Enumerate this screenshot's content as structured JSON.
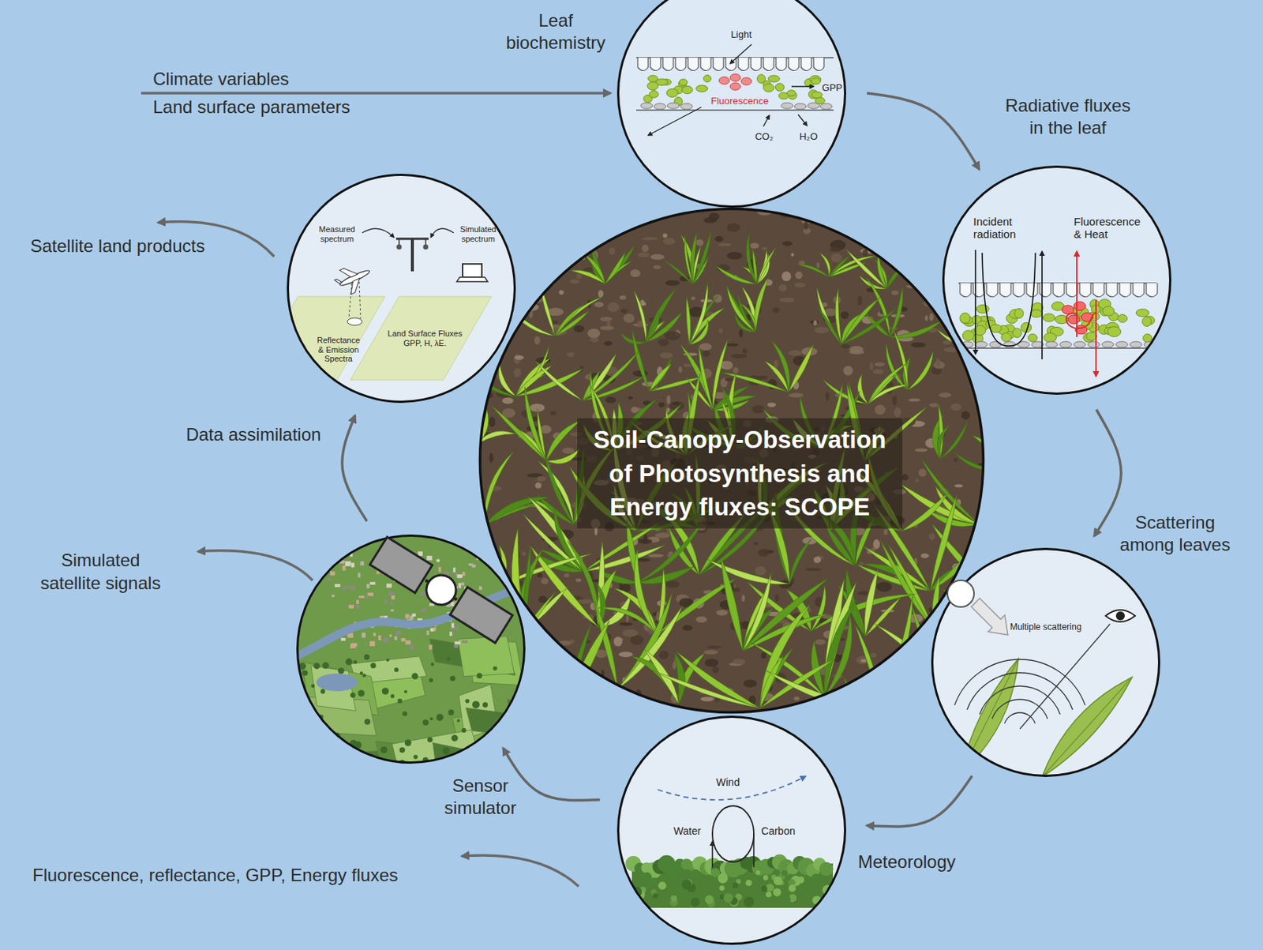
{
  "diagram": {
    "nodes": [
      {
        "text": [
          "Soil-Canopy-Observation of Photosynthesis and Energy fluxes: SCOPE"
        ]
      },
      {
        "text": [
          "Leaf biochemistry",
          "Light",
          "Fluorescence",
          "GPP",
          "CO₂",
          "H₂O"
        ]
      },
      {
        "text": [
          "Radiative fluxes in the leaf",
          "Incident radiation",
          "Fluorescence & Heat"
        ]
      },
      {
        "text": [
          "Scattering among leaves",
          "Multiple scattering"
        ]
      },
      {
        "text": [
          "Meteorology",
          "Wind",
          "Water",
          "Carbon"
        ]
      },
      {
        "text": [
          "Sensor simulator"
        ]
      },
      {
        "text": [
          "Data assimilation",
          "Measured spectrum",
          "Simulated spectrum",
          "Reflectance & Emission Spectra",
          "Land Surface Fluxes GPP, H, λE."
        ]
      }
    ],
    "edges": [
      {
        "from": 1,
        "to": 2,
        "arrow": "to"
      },
      {
        "from": 2,
        "to": 3,
        "arrow": "to"
      },
      {
        "from": 3,
        "to": 4,
        "arrow": "to"
      },
      {
        "from": 4,
        "to": 5,
        "arrow": "to"
      },
      {
        "from": 5,
        "to": 6,
        "arrow": "to"
      }
    ],
    "labels": [
      "Climate variables",
      "Land surface parameters",
      "Satellite land products",
      "Simulated satellite signals",
      "Fluorescence, reflectance, GPP, Energy fluxes"
    ]
  }
}
